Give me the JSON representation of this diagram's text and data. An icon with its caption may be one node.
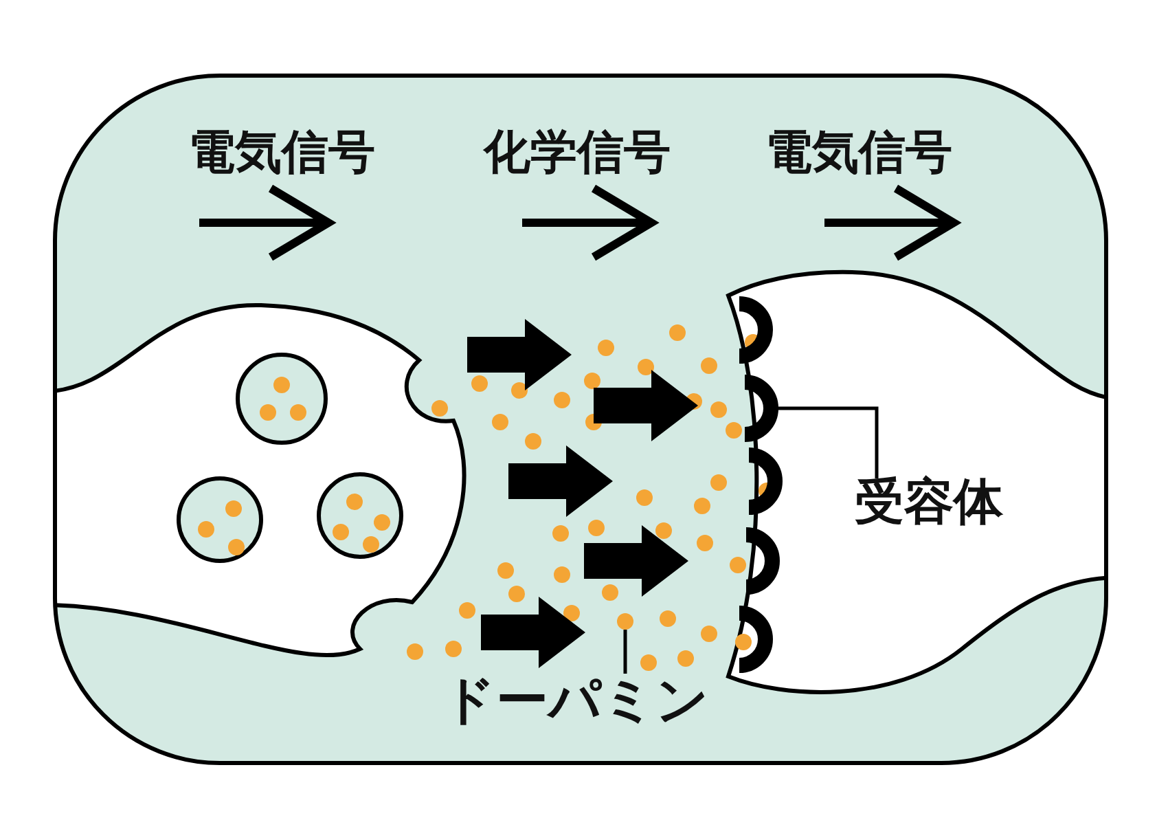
{
  "diagram": {
    "nodes": [
      {
        "text": [
          "受容体"
        ]
      },
      {
        "text": [],
        "shape": "picture"
      },
      {
        "text": [
          "ドーパミン"
        ]
      },
      {
        "text": [],
        "shape": "circle"
      }
    ],
    "edges": [
      {
        "from": 0,
        "to": 1,
        "arrow": "none"
      },
      {
        "from": 2,
        "to": 3,
        "arrow": "none"
      }
    ],
    "labels": [
      "電気信号",
      "化学信号",
      "電気信号"
    ]
  }
}
